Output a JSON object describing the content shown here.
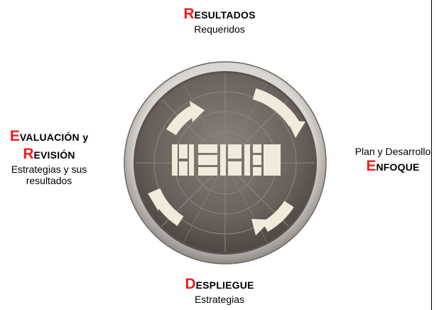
{
  "top": {
    "title_initial": "R",
    "title_rest": "ESULTADOS",
    "subtitle": "Requeridos"
  },
  "right": {
    "subtitle": "Plan y Desarrollo",
    "title_initial": "E",
    "title_rest": "NFOQUE"
  },
  "bottom": {
    "title_initial": "D",
    "title_rest": "ESPLIEGUE",
    "subtitle": "Estrategias"
  },
  "left": {
    "title1_initial": "E",
    "title1_rest": "VALUACIÓN",
    "title1_joiner": "y",
    "title2_initial": "R",
    "title2_rest": "EVISIÓN",
    "subtitle_line1": "Estrategias y sus",
    "subtitle_line2": "resultados"
  },
  "colors": {
    "accent_red": "#e8201f",
    "disc_fill": "#6f6560",
    "disc_rim": "#c8c4c0",
    "arrow_fill": "#f2ebdc",
    "grid_line": "#8a827c"
  },
  "icons": {
    "cycle": "clockwise-cycle-arrows",
    "center": "radar-blocks-logo"
  }
}
